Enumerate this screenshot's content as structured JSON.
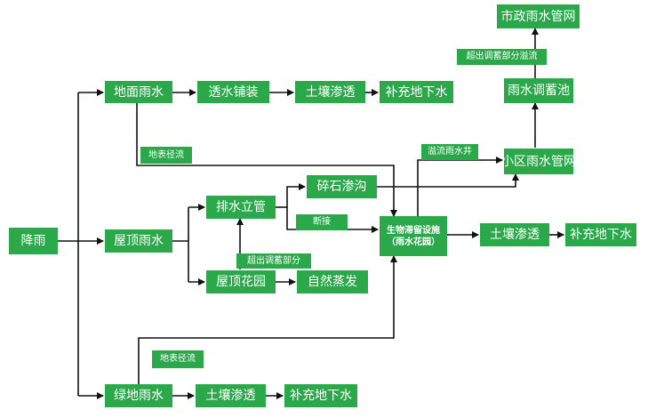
{
  "colors": {
    "node": "#2aa84a",
    "text": "#ffffff",
    "line": "#111111"
  },
  "nodes": {
    "rainfall": "降雨",
    "ground_rain": "地面雨水",
    "permeable_paving": "透水铺装",
    "soil_infiltration_1": "土壤渗透",
    "groundwater_1": "补充地下水",
    "roof_rain": "屋顶雨水",
    "downpipe": "排水立管",
    "gravel_trench": "碎石渗沟",
    "bioretention_line1": "生物滞留设施",
    "bioretention_line2": "（雨水花园）",
    "soil_infiltration_2": "土壤渗透",
    "groundwater_2": "补充地下水",
    "roof_garden": "屋顶花园",
    "natural_evaporation": "自然蒸发",
    "green_rain": "绿地雨水",
    "soil_infiltration_3": "土壤渗透",
    "groundwater_3": "补充地下水",
    "community_pipe": "小区雨水管网",
    "rain_storage": "雨水调蓄池",
    "municipal_pipe": "市政雨水管网"
  },
  "labels": {
    "surface_runoff_1": "地表径流",
    "surface_runoff_2": "地表径流",
    "disconnect": "断接",
    "excess_storage_1": "超出调蓄部分",
    "excess_storage_2": "超出调蓄部分溢流",
    "overflow_well": "溢流雨水井"
  }
}
